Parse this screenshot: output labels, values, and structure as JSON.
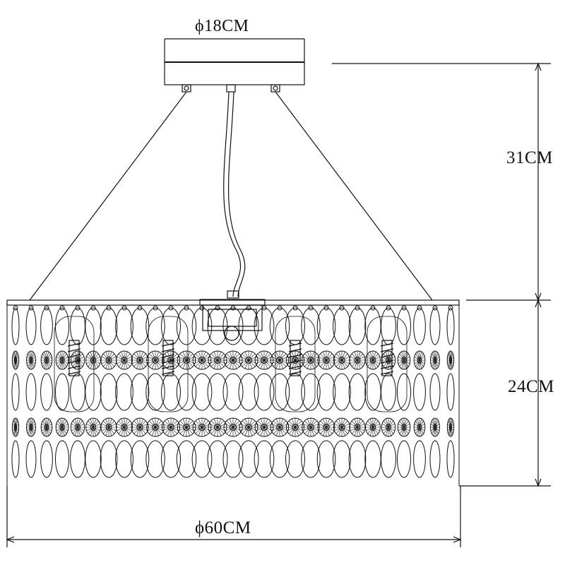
{
  "dimensions": {
    "canopy_diameter": "ϕ18CM",
    "suspension_height": "31CM",
    "shade_height": "24CM",
    "shade_diameter": "ϕ60CM"
  },
  "colors": {
    "line": "#111111",
    "background": "#ffffff"
  }
}
